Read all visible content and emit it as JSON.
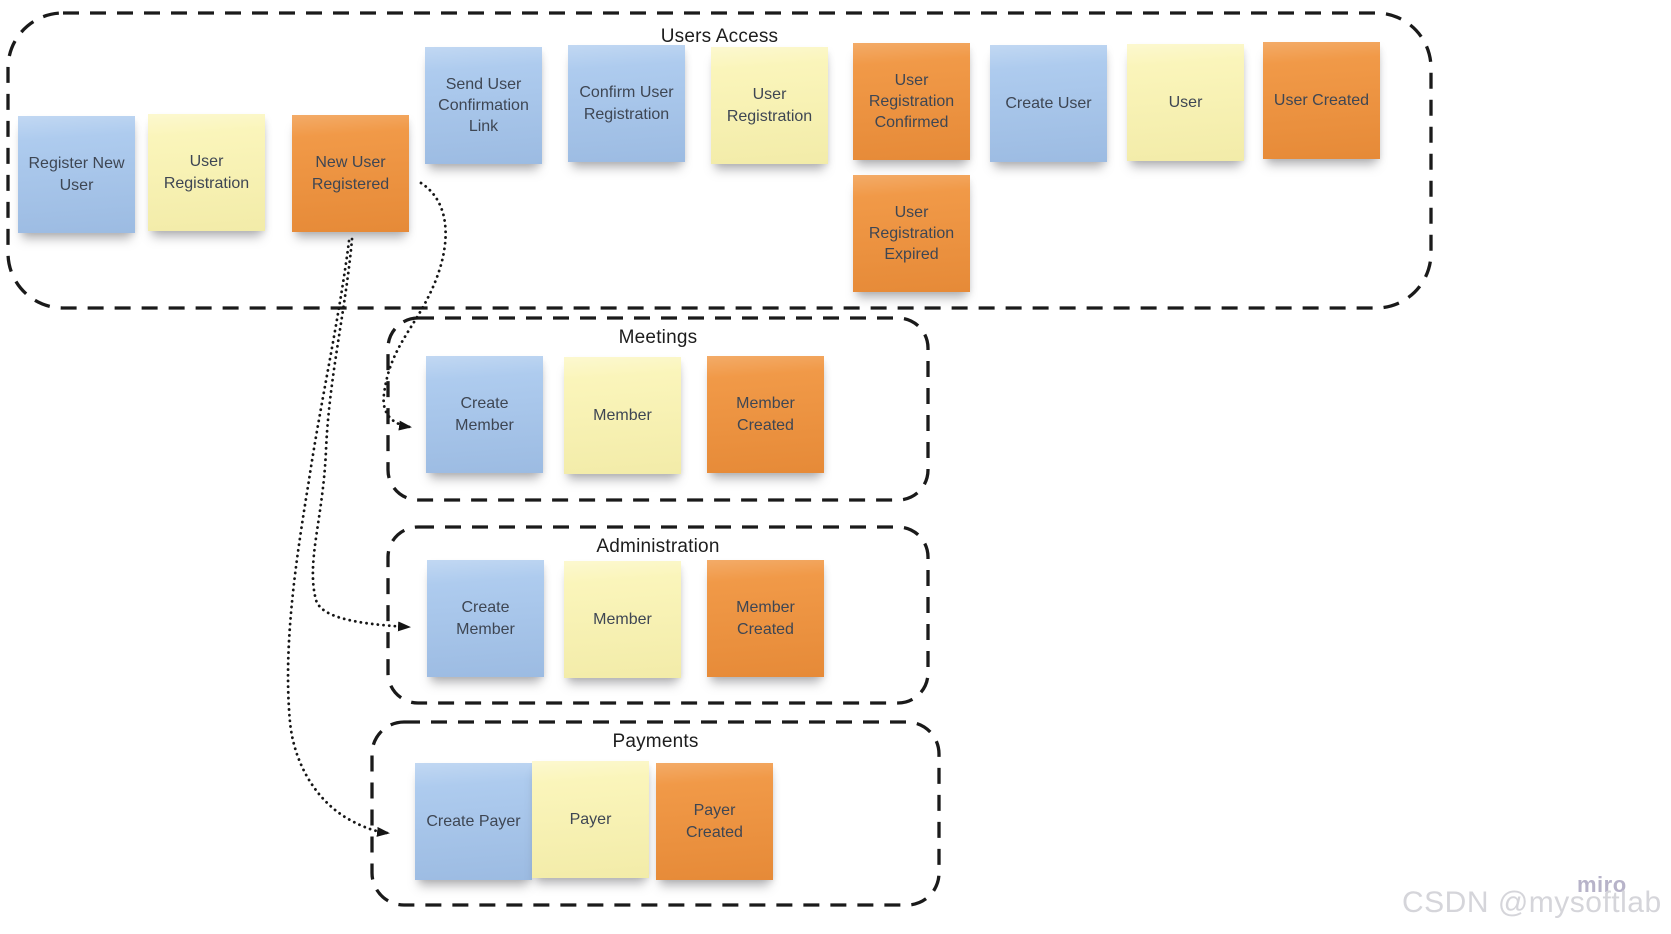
{
  "board": {
    "tool": "miro-whiteboard-event-storming",
    "groups": [
      {
        "name": "Users Access",
        "notes": [
          {
            "label": "Register New User",
            "color": "blue"
          },
          {
            "label": "User Registration",
            "color": "yellow"
          },
          {
            "label": "New User Registered",
            "color": "orange"
          },
          {
            "label": "Send User Confirmation Link",
            "color": "blue"
          },
          {
            "label": "Confirm User Registration",
            "color": "blue"
          },
          {
            "label": "User Registration",
            "color": "yellow"
          },
          {
            "label": "User Registration Confirmed",
            "color": "orange"
          },
          {
            "label": "User Registration Expired",
            "color": "orange"
          },
          {
            "label": "Create User",
            "color": "blue"
          },
          {
            "label": "User",
            "color": "yellow"
          },
          {
            "label": "User Created",
            "color": "orange"
          }
        ]
      },
      {
        "name": "Meetings",
        "notes": [
          {
            "label": "Create Member",
            "color": "blue"
          },
          {
            "label": "Member",
            "color": "yellow"
          },
          {
            "label": "Member Created",
            "color": "orange"
          }
        ]
      },
      {
        "name": "Administration",
        "notes": [
          {
            "label": "Create Member",
            "color": "blue"
          },
          {
            "label": "Member",
            "color": "yellow"
          },
          {
            "label": "Member Created",
            "color": "orange"
          }
        ]
      },
      {
        "name": "Payments",
        "notes": [
          {
            "label": "Create Payer",
            "color": "blue"
          },
          {
            "label": "Payer",
            "color": "yellow"
          },
          {
            "label": "Payer Created",
            "color": "orange"
          }
        ]
      }
    ]
  },
  "connectors": [
    {
      "from": "New User Registered",
      "to": "Create Member (Meetings)",
      "style": "dotted-arrow"
    },
    {
      "from": "New User Registered",
      "to": "Create Member (Administration)",
      "style": "dotted-arrow"
    },
    {
      "from": "New User Registered",
      "to": "Create Payer (Payments)",
      "style": "dotted-arrow"
    }
  ],
  "watermark": {
    "credit": "CSDN @mysoftlab",
    "brand": "miro"
  },
  "colors": {
    "blue": "#a7c7ed",
    "yellow": "#faf4b3",
    "orange": "#f0943e",
    "note_text": "#3e4653",
    "frame_border": "#1a1a1a",
    "watermark_credit": "#d5d5da",
    "watermark_brand": "#b7b3c9"
  }
}
